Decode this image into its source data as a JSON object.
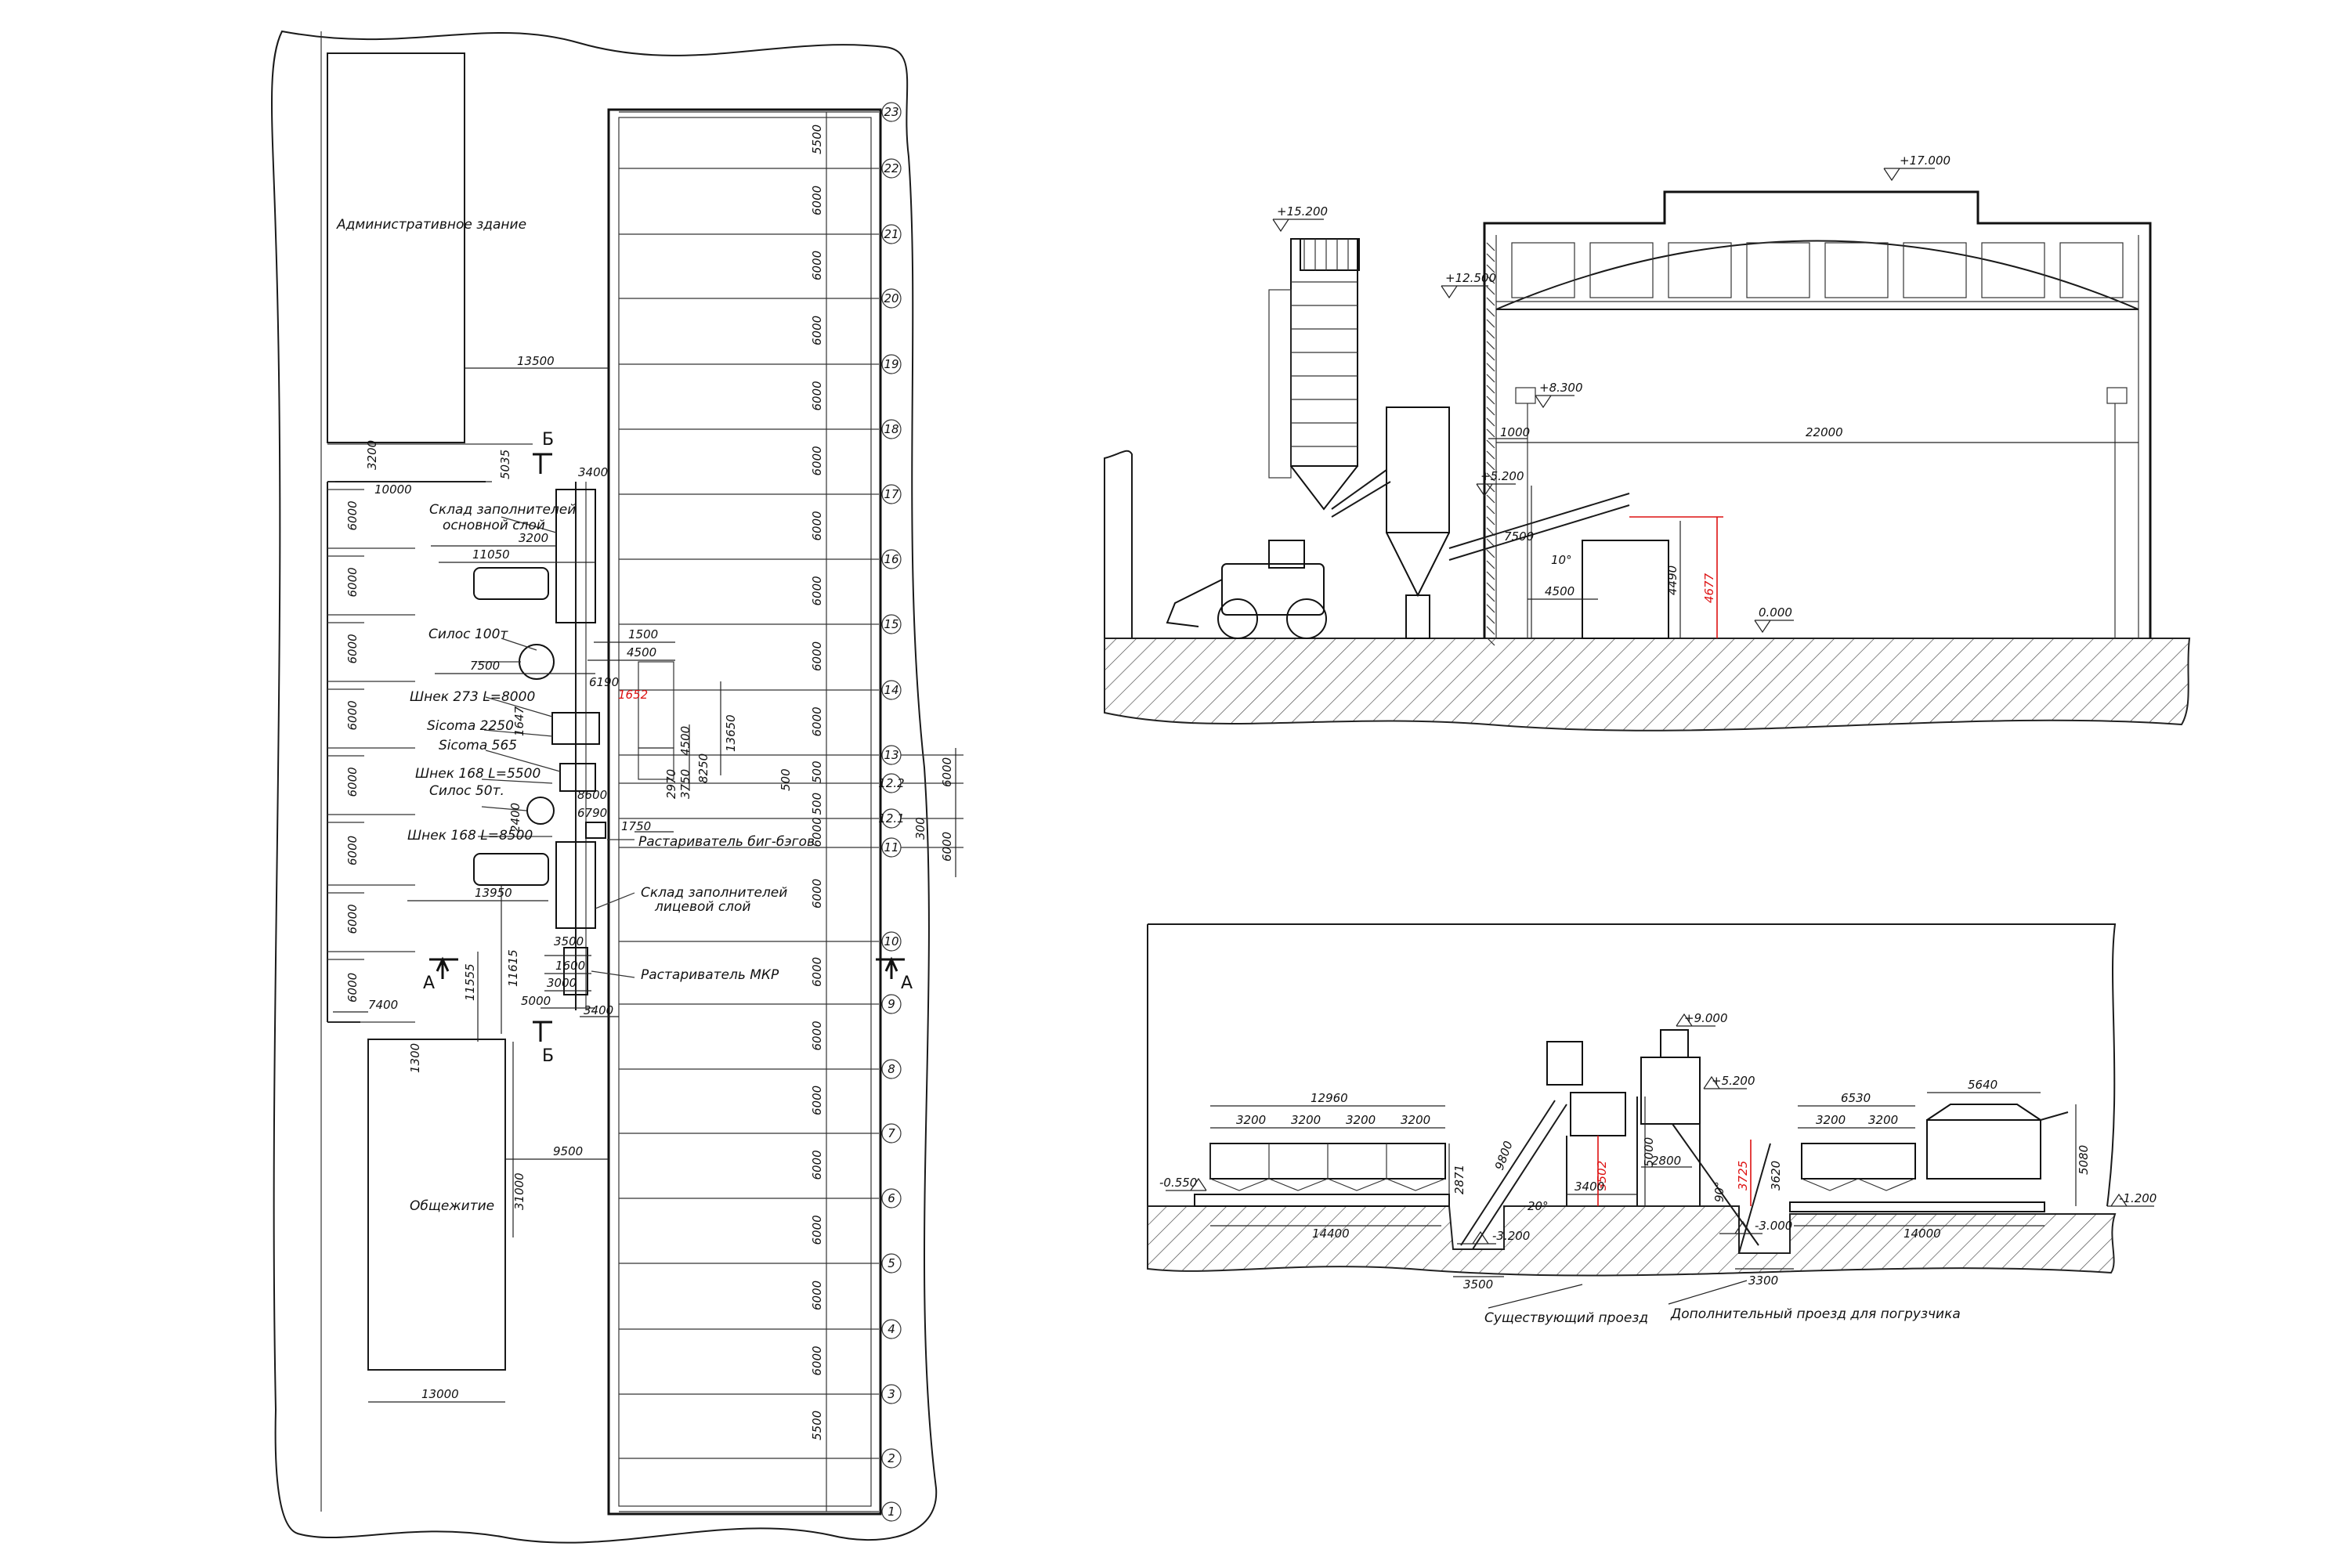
{
  "plan": {
    "labels": {
      "admin_building": "Административное здание",
      "dormitory": "Общежитие",
      "warehouse_main": "Склад заполнителей основной слой",
      "warehouse_face": "Склад заполнителей лицевой слой",
      "silo_100": "Силос 100т",
      "silo_50": "Силос 50т.",
      "screw_273": "Шнек 273 L=8000",
      "screw_168a": "Шнек 168 L=5500",
      "screw_168b": "Шнек 168 L=8500",
      "sicoma_2250": "Sicoma 2250",
      "sicoma_565": "Sicoma 565",
      "dispenser_a": "Растариватель биг-бэгов",
      "dispenser_b": "Растариватель МКР",
      "section_a": "А",
      "section_b": "Б"
    },
    "axis_numbers": [
      "23",
      "22",
      "21",
      "20",
      "19",
      "18",
      "17",
      "16",
      "15",
      "14",
      "13",
      "12.2",
      "12.1",
      "11",
      "10",
      "9",
      "8",
      "7",
      "6",
      "5",
      "4",
      "3",
      "2",
      "1"
    ],
    "bay_dims": [
      "5500",
      "6000",
      "6000",
      "6000",
      "6000",
      "6000",
      "6000",
      "6000",
      "6000",
      "6000",
      "500",
      "500",
      "6000",
      "6000",
      "6000",
      "6000",
      "6000",
      "6000",
      "6000",
      "6000",
      "6000",
      "5500"
    ],
    "right_dims": [
      "6000",
      "300",
      "6000"
    ],
    "left_bay_dims": [
      "6000",
      "6000",
      "6000",
      "6000",
      "6000",
      "6000",
      "6000",
      "6000"
    ],
    "dims": {
      "d13500": "13500",
      "d3200a": "3200",
      "d10000": "10000",
      "d5035": "5035",
      "d3400a": "3400",
      "d3200b": "3200",
      "d11050": "11050",
      "d1500": "1500",
      "d4500": "4500",
      "d7500": "7500",
      "d6190": "6190",
      "d1652": "1652",
      "d13650": "13650",
      "d1647": "1647",
      "d4500b": "4500",
      "d8250": "8250",
      "d3750": "3750",
      "d500": "500",
      "d2970": "2970",
      "d8600": "8600",
      "d6790": "6790",
      "d2400": "2400",
      "d1750": "1750",
      "d13950": "13950",
      "d3500": "3500",
      "d1600": "1600",
      "d3000": "3000",
      "d5000": "5000",
      "d3400b": "3400",
      "d11615": "11615",
      "d11555": "11555",
      "d7400": "7400",
      "d1300": "1300",
      "d9500": "9500",
      "d31000": "31000",
      "d13000": "13000"
    }
  },
  "elevation_b": {
    "levels": [
      "+17.000",
      "+15.200",
      "+12.500",
      "+8.300",
      "+5.200",
      "0.000"
    ],
    "dims": [
      "1000",
      "22000",
      "7500",
      "10°",
      "4500",
      "4490",
      "4677"
    ]
  },
  "elevation_a": {
    "levels": [
      "+9.000",
      "+5.200",
      "-0.550",
      "-3.200",
      "-3.000",
      "-1.200"
    ],
    "dims": [
      "12960",
      "3200",
      "3200",
      "3200",
      "3200",
      "2871",
      "9800",
      "20°",
      "3502",
      "5000",
      "3400",
      "2800",
      "3725",
      "90°",
      "3620",
      "6530",
      "3200",
      "3200",
      "5640",
      "5080",
      "14400",
      "3500",
      "3300",
      "14000"
    ],
    "captions": [
      "Существующий проезд",
      "Дополнительный проезд для погрузчика"
    ]
  }
}
